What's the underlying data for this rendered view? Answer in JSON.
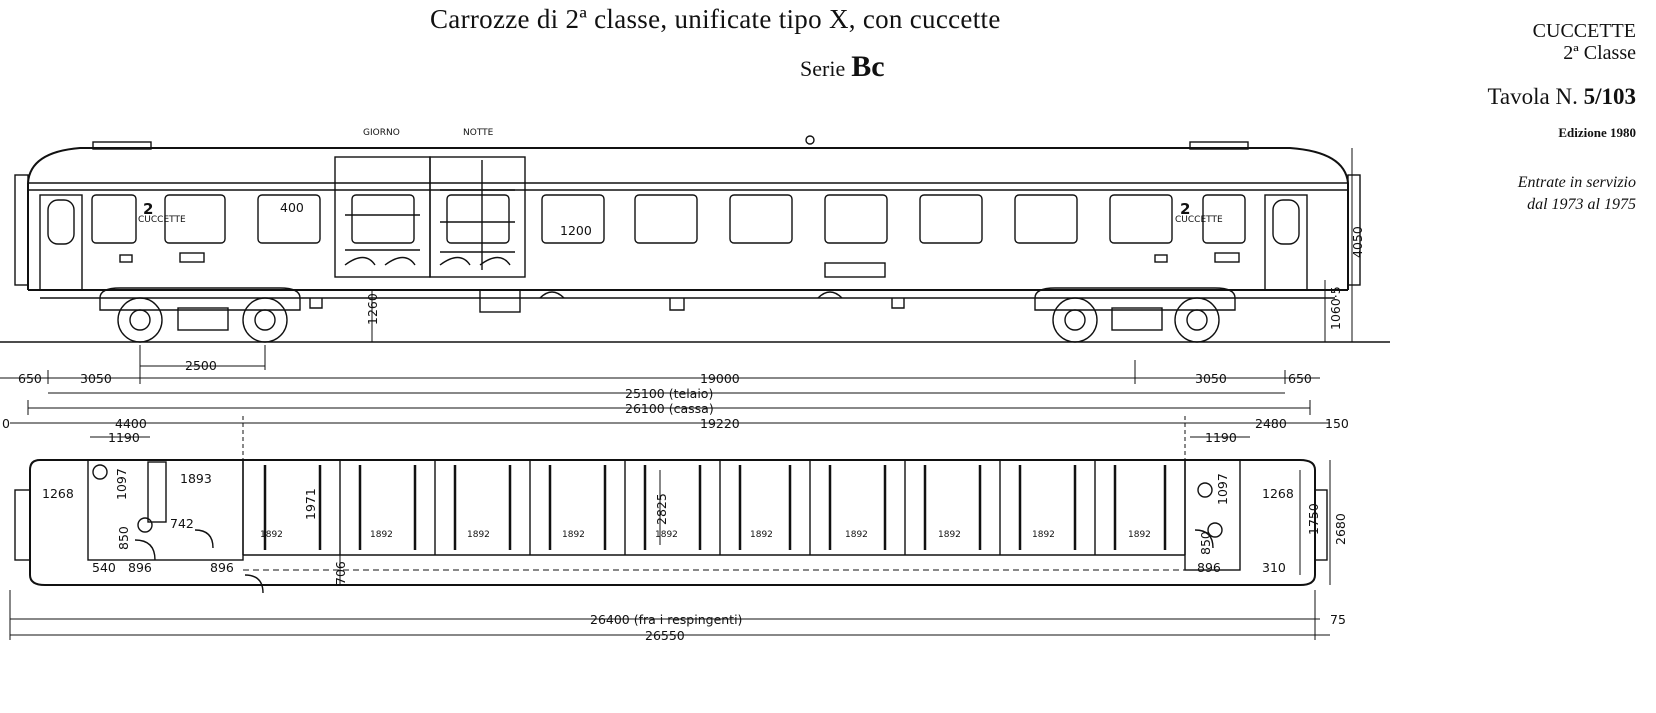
{
  "header": {
    "title": "Carrozze di 2ª classe, unificate tipo X, con cuccette",
    "serie_label": "Serie",
    "serie_code": "Bc"
  },
  "side_info": {
    "line1": "CUCCETTE",
    "line2": "2ª Classe",
    "tavola_label": "Tavola N.",
    "tavola_num": "5/103",
    "edition": "Edizione 1980",
    "service_line1": "Entrate in servizio",
    "service_line2": "dal 1973 al 1975"
  },
  "side_view": {
    "label_day": "GIORNO",
    "label_night": "NOTTE",
    "class_mark": "2",
    "class_sub": "CUCCETTE",
    "dim_window": "400",
    "dim_window2": "1200",
    "dim_floor": "1260",
    "dim_height": "4050",
    "dim_buffer": "1060·5",
    "dim_bogie": "2500",
    "dim_overhang": "650",
    "dim_bogie_pos": "3050",
    "dim_pivot": "19000",
    "dim_frame": "25100 (telaio)",
    "dim_body": "26100 (cassa)"
  },
  "plan_view": {
    "dim_4400": "4400",
    "dim_19220": "19220",
    "dim_2480": "2480",
    "dim_150": "150",
    "dim_0": "0",
    "dim_1190": "1190",
    "dim_1268": "1268",
    "dim_1893": "1893",
    "dim_1097": "1097",
    "dim_850": "850",
    "dim_742": "742",
    "dim_540": "540",
    "dim_896": "896",
    "dim_706": "706",
    "dim_1971": "1971",
    "dim_2825": "2825",
    "dim_compartment": "1892",
    "dim_1750": "1750",
    "dim_2680": "2680",
    "dim_310": "310",
    "dim_buffers": "26400  (fra i respingenti)",
    "dim_total": "26550",
    "dim_75": "75"
  }
}
